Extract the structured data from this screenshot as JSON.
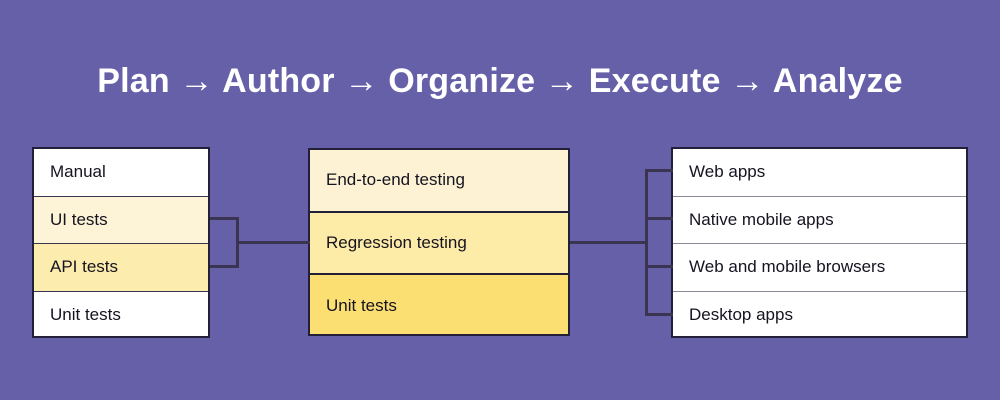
{
  "palette": {
    "background": "#6560a8",
    "title_color": "#ffffff",
    "box_border": "#231f38",
    "connector": "#3a3450",
    "white": "#ffffff",
    "cream_light": "#fdf3d7",
    "cream_mid": "#fceda e",
    "yellow_1": "#fdf3d4",
    "yellow_2": "#fdeba8",
    "yellow_3": "#fcdf72"
  },
  "title": "Plan → Author → Organize → Execute → Analyze",
  "columns": {
    "left": {
      "name": "test-type-column",
      "rows": [
        {
          "label": "Manual",
          "fill": "#ffffff"
        },
        {
          "label": "UI tests",
          "fill": "#fdf3d7"
        },
        {
          "label": "API tests",
          "fill": "#fcedae"
        },
        {
          "label": "Unit tests",
          "fill": "#ffffff"
        }
      ]
    },
    "middle": {
      "name": "test-level-column",
      "rows": [
        {
          "label": "End-to-end testing",
          "fill": "#fdf3d4"
        },
        {
          "label": "Regression testing",
          "fill": "#fdeba8"
        },
        {
          "label": "Unit tests",
          "fill": "#fcdf72"
        }
      ]
    },
    "right": {
      "name": "target-platform-column",
      "rows": [
        {
          "label": "Web apps",
          "fill": "#ffffff"
        },
        {
          "label": "Native mobile apps",
          "fill": "#ffffff"
        },
        {
          "label": "Web and mobile browsers",
          "fill": "#ffffff"
        },
        {
          "label": "Desktop apps",
          "fill": "#ffffff"
        }
      ]
    }
  }
}
